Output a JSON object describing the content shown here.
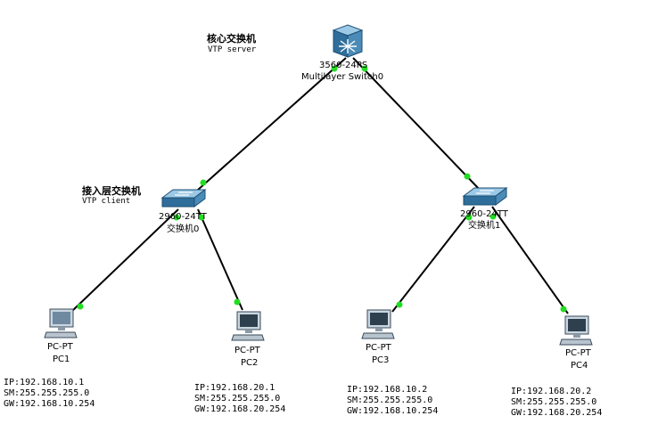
{
  "annotations": {
    "core_title": "核心交换机",
    "core_role": "VTP server",
    "access_title": "接入层交换机",
    "access_role": "VTP client"
  },
  "devices": {
    "core": {
      "model": "3560-24PS",
      "name": "Multilayer Switch0"
    },
    "sw0": {
      "model": "2960-24TT",
      "name": "交换机0"
    },
    "sw1": {
      "model": "2960-24TT",
      "name": "交换机1"
    },
    "pc1": {
      "model": "PC-PT",
      "name": "PC1"
    },
    "pc2": {
      "model": "PC-PT",
      "name": "PC2"
    },
    "pc3": {
      "model": "PC-PT",
      "name": "PC3"
    },
    "pc4": {
      "model": "PC-PT",
      "name": "PC4"
    }
  },
  "hosts": {
    "pc1": {
      "ip": "IP:192.168.10.1",
      "sm": "SM:255.255.255.0",
      "gw": "GW:192.168.10.254"
    },
    "pc2": {
      "ip": "IP:192.168.20.1",
      "sm": "SM:255.255.255.0",
      "gw": "GW:192.168.20.254"
    },
    "pc3": {
      "ip": "IP:192.168.10.2",
      "sm": "SM:255.255.255.0",
      "gw": "GW:192.168.10.254"
    },
    "pc4": {
      "ip": "IP:192.168.20.2",
      "sm": "SM:255.255.255.0",
      "gw": "GW:192.168.20.254"
    }
  },
  "colors": {
    "link": "#000000",
    "port_up": "#22dd22",
    "switch_body": "#3d7fae",
    "switch_top": "#8fc3e3"
  }
}
